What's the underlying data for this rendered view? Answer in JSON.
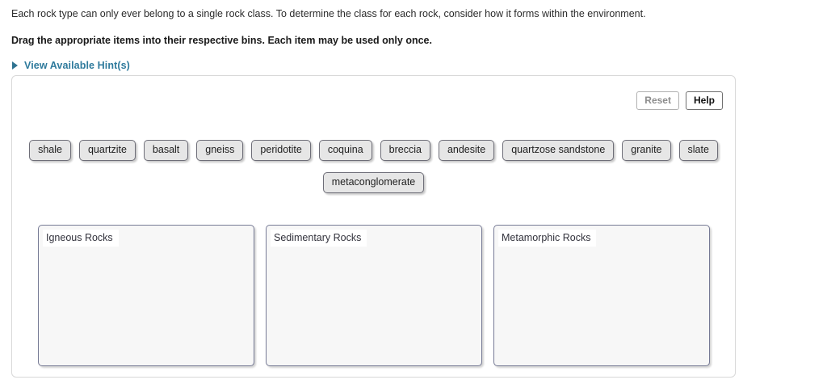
{
  "prompt": {
    "intro": "Each rock type can only ever belong to a single rock class. To determine the class for each rock, consider how it forms within the environment.",
    "instruction": "Drag the appropriate items into their respective bins. Each item may be used only once.",
    "hint_label": "View Available Hint(s)",
    "hint_icon": "triangle-right-icon",
    "hint_color": "#2e7a9c"
  },
  "toolbar": {
    "reset_label": "Reset",
    "help_label": "Help"
  },
  "tiles": {
    "row_one": [
      {
        "label": "shale"
      },
      {
        "label": "quartzite"
      },
      {
        "label": "basalt"
      },
      {
        "label": "gneiss"
      },
      {
        "label": "peridotite"
      },
      {
        "label": "coquina"
      },
      {
        "label": "breccia"
      },
      {
        "label": "andesite"
      },
      {
        "label": "quartzose sandstone"
      },
      {
        "label": "granite"
      },
      {
        "label": "slate"
      }
    ],
    "row_two": [
      {
        "label": "metaconglomerate"
      }
    ]
  },
  "bins": [
    {
      "label": "Igneous Rocks",
      "items": []
    },
    {
      "label": "Sedimentary Rocks",
      "items": []
    },
    {
      "label": "Metamorphic Rocks",
      "items": []
    }
  ],
  "colors": {
    "tile_fill": "#e6e6e6",
    "tile_border": "#6e6e78",
    "bin_fill": "#f7f7f7",
    "bin_border": "#767a95",
    "panel_border": "#d8d8d8",
    "hint_link": "#2e7a9c"
  }
}
